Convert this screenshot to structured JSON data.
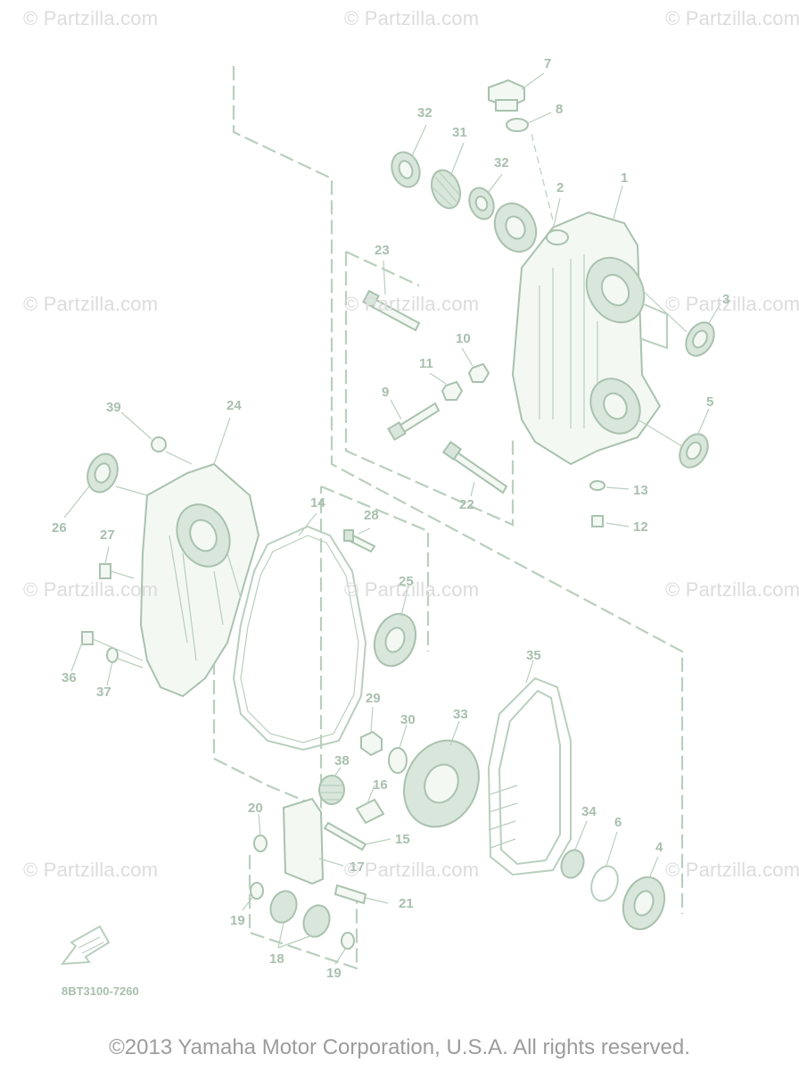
{
  "watermarks": [
    "© Partzilla.com",
    "© Partzilla.com",
    "© Partzilla.com",
    "© Partzilla.com",
    "© Partzilla.com",
    "© Partzilla.com",
    "© Partzilla.com",
    "© Partzilla.com",
    "© Partzilla.com",
    "© Partzilla.com",
    "© Partzilla.com",
    "© Partzilla.com"
  ],
  "callouts": {
    "c1": "1",
    "c2": "2",
    "c3": "3",
    "c4": "4",
    "c5": "5",
    "c6": "6",
    "c7": "7",
    "c8": "8",
    "c9": "9",
    "c10": "10",
    "c11": "11",
    "c12": "12",
    "c13": "13",
    "c14": "14",
    "c15": "15",
    "c16": "16",
    "c17": "17",
    "c18": "18",
    "c19a": "19",
    "c19b": "19",
    "c20": "20",
    "c21": "21",
    "c22": "22",
    "c23": "23",
    "c24": "24",
    "c25": "25",
    "c26": "26",
    "c27": "27",
    "c28": "28",
    "c29": "29",
    "c30": "30",
    "c31": "31",
    "c32a": "32",
    "c32b": "32",
    "c33": "33",
    "c34": "34",
    "c35": "35",
    "c36": "36",
    "c37": "37",
    "c38": "38",
    "c39": "39"
  },
  "diagram_code": "8BT3100-7260",
  "copyright": "©2013 Yamaha Motor Corporation, U.S.A. All rights reserved.",
  "colors": {
    "line": "#b9cfbe",
    "label": "#a8bfae",
    "watermark": "#dcdcdc",
    "copyright": "#9c9c9c"
  },
  "icons": {
    "front_arrow": "front-direction-arrow-icon"
  }
}
